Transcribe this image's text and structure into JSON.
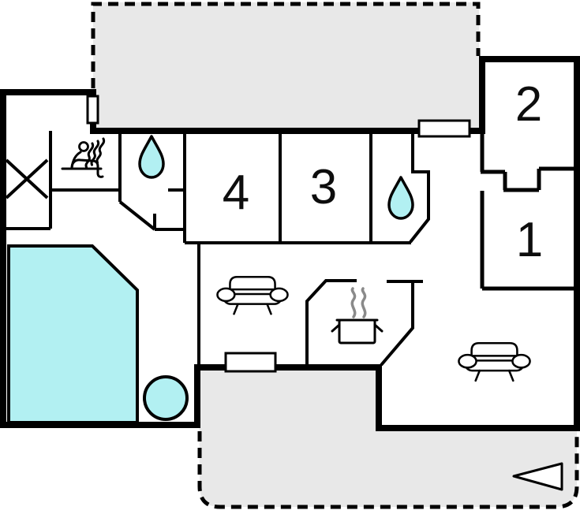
{
  "plan_type": "holiday-house-floor-plan",
  "rooms": {
    "r1": {
      "label": "1"
    },
    "r2": {
      "label": "2"
    },
    "r3": {
      "label": "3"
    },
    "r4": {
      "label": "4"
    }
  },
  "icons": [
    "wardrobe-cross-icon",
    "sauna-person-icon",
    "water-drop-icon",
    "water-drop-icon",
    "pool-icon",
    "whirlpool-circle-icon",
    "sofa-icon",
    "sofa-icon",
    "stove-pot-icon",
    "entrance-arrow-icon",
    "window-icon",
    "window-icon",
    "window-icon"
  ],
  "colors": {
    "water": "#b2f0f2",
    "terrace": "#e8e8e8",
    "wall": "#000000",
    "steam": "#8a8a8a",
    "paper": "#ffffff"
  }
}
